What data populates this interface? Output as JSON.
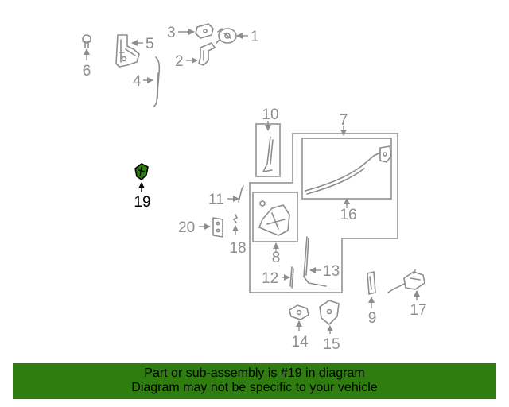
{
  "diagram": {
    "callouts": {
      "c1": "1",
      "c2": "2",
      "c3": "3",
      "c4": "4",
      "c5": "5",
      "c6": "6",
      "c7": "7",
      "c8": "8",
      "c9": "9",
      "c10": "10",
      "c11": "11",
      "c12": "12",
      "c13": "13",
      "c14": "14",
      "c15": "15",
      "c16": "16",
      "c17": "17",
      "c18": "18",
      "c19": "19",
      "c20": "20"
    },
    "highlighted_part": "19",
    "colors": {
      "highlight_part": "#2e7d0e",
      "banner": "#2e7d0e",
      "line_art": "#8e8e8e"
    }
  },
  "banner": {
    "line1": "Part or sub-assembly is #19 in diagram",
    "line2": "Diagram may not be specific to your vehicle"
  }
}
